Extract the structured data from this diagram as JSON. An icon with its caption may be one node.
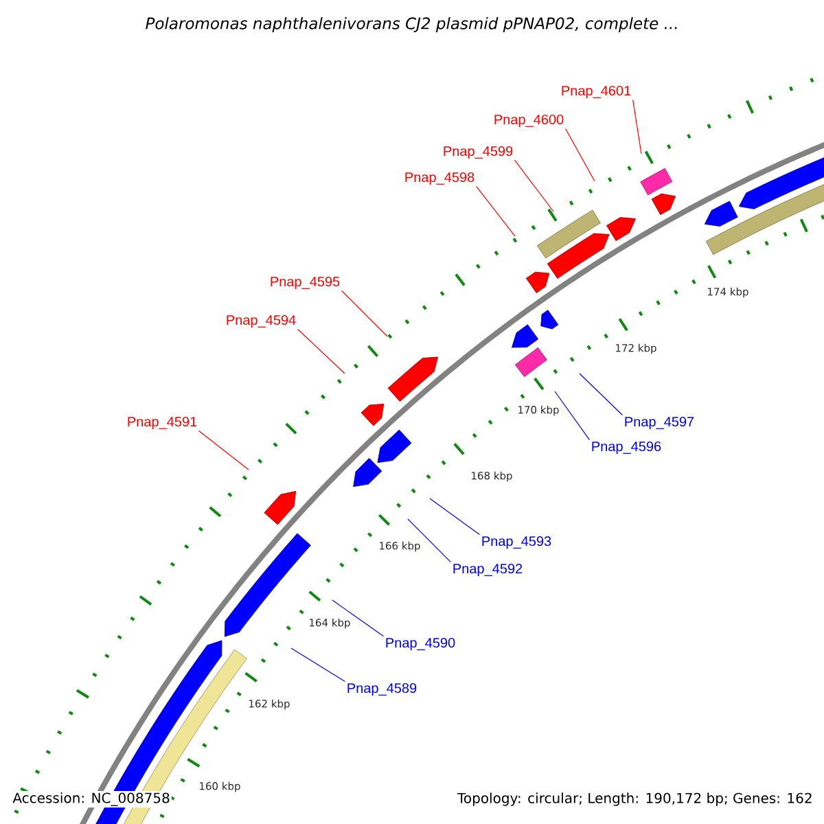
{
  "diagram": {
    "title": "Polaromonas naphthalenivorans CJ2 plasmid pPNAP02, complete ...",
    "nodes": [
      {
        "text": [
          "Pnap_4601"
        ]
      },
      {
        "text": [
          "Pnap_4600"
        ]
      },
      {
        "text": [
          "Pnap_4599"
        ]
      },
      {
        "text": [
          "Pnap_4598"
        ]
      },
      {
        "text": [
          "Pnap_4595"
        ]
      },
      {
        "text": [
          "Pnap_4594"
        ]
      },
      {
        "text": [
          "Pnap_4591"
        ]
      },
      {
        "text": [
          "Pnap_4597"
        ]
      },
      {
        "text": [
          "Pnap_4596"
        ]
      },
      {
        "text": [
          "Pnap_4593"
        ]
      },
      {
        "text": [
          "Pnap_4592"
        ]
      },
      {
        "text": [
          "Pnap_4590"
        ]
      },
      {
        "text": [
          "Pnap_4589"
        ]
      }
    ],
    "edges": [
      {
        "from": 0,
        "to": null,
        "arrow": "none"
      },
      {
        "from": 1,
        "to": null,
        "arrow": "none"
      },
      {
        "from": 2,
        "to": null,
        "arrow": "none"
      },
      {
        "from": 3,
        "to": null,
        "arrow": "none"
      },
      {
        "from": 4,
        "to": null,
        "arrow": "none"
      },
      {
        "from": 5,
        "to": null,
        "arrow": "none"
      },
      {
        "from": 6,
        "to": null,
        "arrow": "none"
      },
      {
        "from": 7,
        "to": null,
        "arrow": "none",
        "color": "#0000ff"
      },
      {
        "from": 8,
        "to": null,
        "arrow": "none",
        "color": "#0000ff"
      },
      {
        "from": 9,
        "to": null,
        "arrow": "none",
        "color": "#0000ff"
      },
      {
        "from": 10,
        "to": null,
        "arrow": "none",
        "color": "#0000ff"
      },
      {
        "from": 11,
        "to": null,
        "arrow": "none",
        "color": "#0000ff"
      },
      {
        "from": 12,
        "to": null,
        "arrow": "none",
        "color": "#0000ff"
      }
    ],
    "labels": [
      "174 kbp",
      "172 kbp",
      "170 kbp",
      "168 kbp",
      "166 kbp",
      "164 kbp",
      "162 kbp",
      "160 kbp",
      "Accession: NC_008758",
      "Topology: circular; Length: 190,172 bp; Genes: 162"
    ]
  }
}
